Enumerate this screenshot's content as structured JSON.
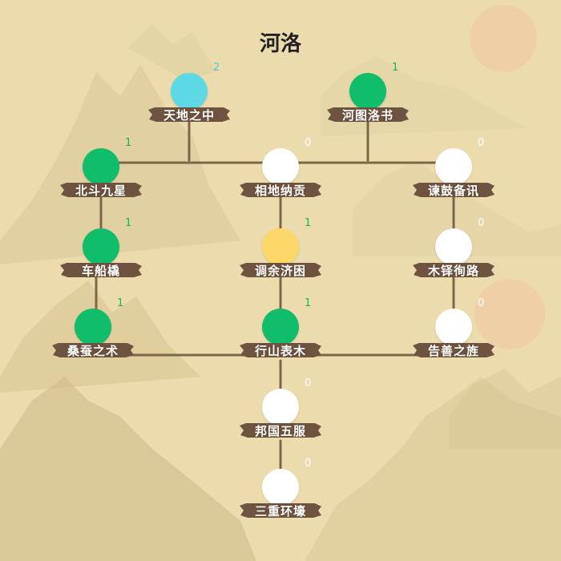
{
  "title": "河洛",
  "colors": {
    "active": "#0fbd6a",
    "special": "#5dd9e6",
    "selected": "#fcd868",
    "locked": "#ffffff",
    "count_green": "#14b35f",
    "count_cyan": "#4dc7d8",
    "count_white": "#ffffff",
    "plaque": "#6e5340",
    "line": "#7e6648"
  },
  "nodes": [
    {
      "label": "天地之中",
      "count": "2",
      "state": "special"
    },
    {
      "label": "河图洛书",
      "count": "1",
      "state": "active"
    },
    {
      "label": "北斗九星",
      "count": "1",
      "state": "active"
    },
    {
      "label": "相地纳贡",
      "count": "0",
      "state": "locked"
    },
    {
      "label": "谏鼓备讯",
      "count": "0",
      "state": "locked"
    },
    {
      "label": "车船橇",
      "count": "1",
      "state": "active"
    },
    {
      "label": "调余济困",
      "count": "1",
      "state": "selected"
    },
    {
      "label": "木铎徇路",
      "count": "0",
      "state": "locked"
    },
    {
      "label": "桑蚕之术",
      "count": "1",
      "state": "active"
    },
    {
      "label": "行山表木",
      "count": "1",
      "state": "active"
    },
    {
      "label": "告善之旌",
      "count": "0",
      "state": "locked"
    },
    {
      "label": "邦国五服",
      "count": "0",
      "state": "locked"
    },
    {
      "label": "三重环壕",
      "count": "0",
      "state": "locked"
    }
  ]
}
